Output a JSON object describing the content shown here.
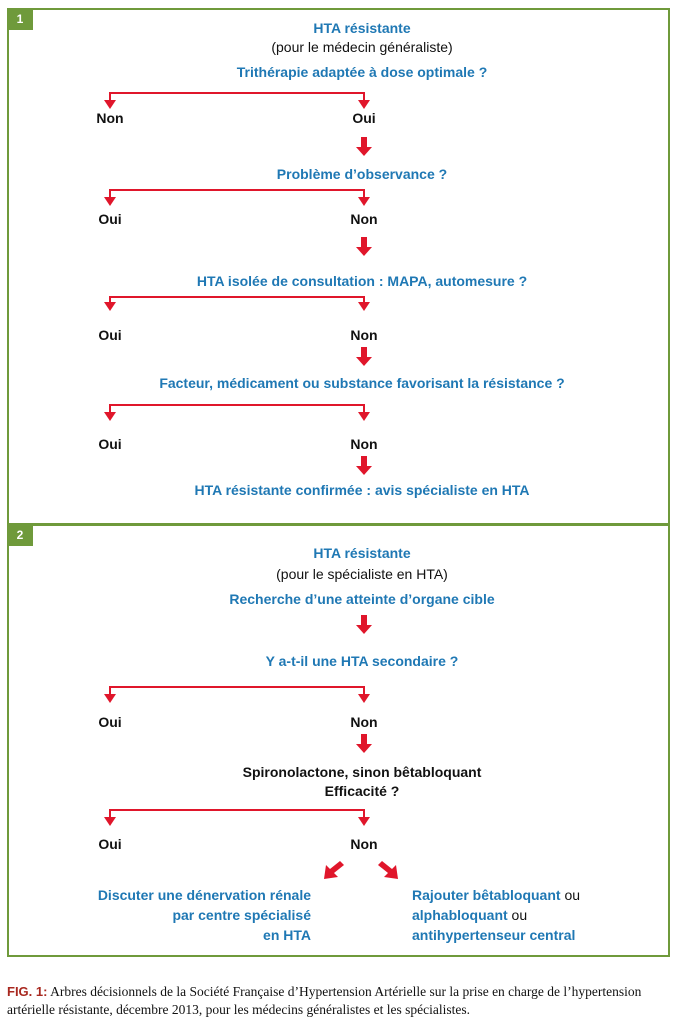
{
  "colors": {
    "accent_green": "#6f9a3b",
    "blue_text": "#1f78b4",
    "arrow_red": "#e0162b"
  },
  "panel1": {
    "number": "1",
    "title": "HTA résistante",
    "subtitle": "(pour le médecin généraliste)",
    "q1": "Trithérapie adaptée à dose optimale ?",
    "q1_left": "Non",
    "q1_right": "Oui",
    "q2": "Problème d’observance ?",
    "q2_left": "Oui",
    "q2_right": "Non",
    "q3": "HTA isolée de consultation : MAPA, automesure ?",
    "q3_left": "Oui",
    "q3_right": "Non",
    "q4": "Facteur, médicament ou substance favorisant la résistance ?",
    "q4_left": "Oui",
    "q4_right": "Non",
    "result": "HTA résistante confirmée : avis spécialiste en HTA"
  },
  "panel2": {
    "number": "2",
    "title": "HTA résistante",
    "subtitle": "(pour le spécialiste en HTA)",
    "step1": "Recherche d’une atteinte d’organe cible",
    "q1": "Y a-t-il une HTA secondaire ?",
    "q1_left": "Oui",
    "q1_right": "Non",
    "q2_line1": "Spironolactone, sinon bêtabloquant",
    "q2_line2": "Efficacité ?",
    "q2_left": "Oui",
    "q2_right": "Non",
    "left_result": [
      "Discuter une dénervation rénale",
      "par centre spécialisé",
      "en HTA"
    ],
    "right_result": {
      "line1_bold": "Rajouter bêtabloquant",
      "line1_normal": " ou",
      "line2_bold": "alphabloquant",
      "line2_normal": " ou",
      "line3_bold": "antihypertenseur central"
    }
  },
  "caption": {
    "label": "FIG. 1:",
    "text": " Arbres décisionnels de la Société Française d’Hypertension Artérielle sur la prise en charge de l’hypertension artérielle résistante, décembre 2013, pour les médecins généralistes et les spécialistes."
  }
}
